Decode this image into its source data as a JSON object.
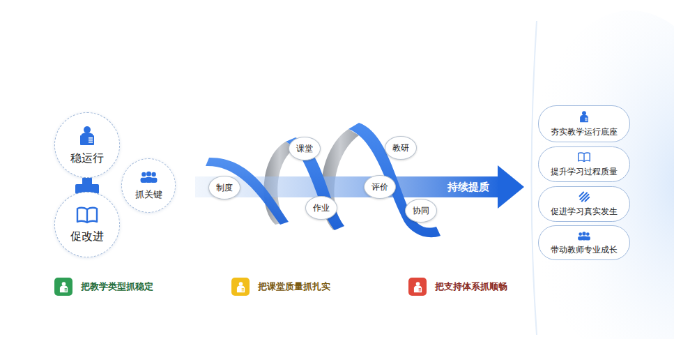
{
  "diagram": {
    "nodes": [
      {
        "text": [
          "稳运行"
        ]
      },
      {
        "text": [
          "促改进"
        ]
      },
      {
        "text": [
          "抓关键"
        ]
      },
      {
        "text": [
          "制度"
        ]
      },
      {
        "text": [
          "课堂"
        ]
      },
      {
        "text": [
          "作业"
        ]
      },
      {
        "text": [
          "评价"
        ]
      },
      {
        "text": [
          "教研"
        ]
      },
      {
        "text": [
          "协同"
        ]
      },
      {
        "text": [
          "夯实教学运行底座"
        ]
      },
      {
        "text": [
          "提升学习过程质量"
        ]
      },
      {
        "text": [
          "促进学习真实发生"
        ]
      },
      {
        "text": [
          "带动教师专业成长"
        ]
      }
    ],
    "labels": [
      "持续提质"
    ],
    "legend": [
      {
        "text": "把教学类型抓稳定",
        "color": "#2f9e55"
      },
      {
        "text": "把课堂质量抓扎实",
        "color": "#f2be1a"
      },
      {
        "text": "把支持体系抓顺畅",
        "color": "#e0483b"
      }
    ]
  }
}
